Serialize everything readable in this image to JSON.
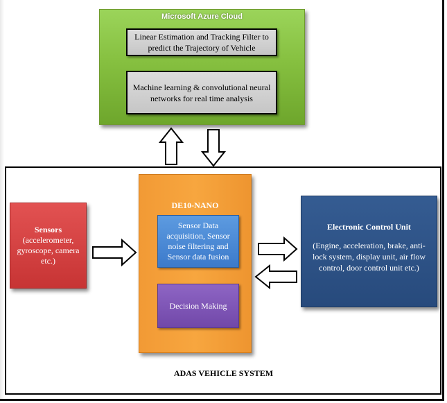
{
  "cloud": {
    "title": "Microsoft Azure Cloud",
    "box1": "Linear Estimation and Tracking Filter to predict the Trajectory of Vehicle",
    "box2": "Machine learning & convolutional neural networks for real time analysis"
  },
  "sensors": {
    "title": "Sensors",
    "body": "(accelerometer, gyroscope, camera etc.)"
  },
  "nano": {
    "title": "DE10-NANO",
    "box1": "Sensor Data acquisition, Sensor noise filtering and Sensor data fusion",
    "box2": "Decision Making"
  },
  "ecu": {
    "title": "Electronic Control Unit",
    "body": "(Engine, acceleration, brake, anti-lock system, display unit, air flow control, door control unit etc.)"
  },
  "system_label": "ADAS VEHICLE SYSTEM",
  "colors": {
    "cloud": "#86c040",
    "sensors": "#d94343",
    "nano": "#f4a03a",
    "processing": "#4a88d6",
    "decision": "#7e56b6",
    "ecu": "#2e5287"
  }
}
